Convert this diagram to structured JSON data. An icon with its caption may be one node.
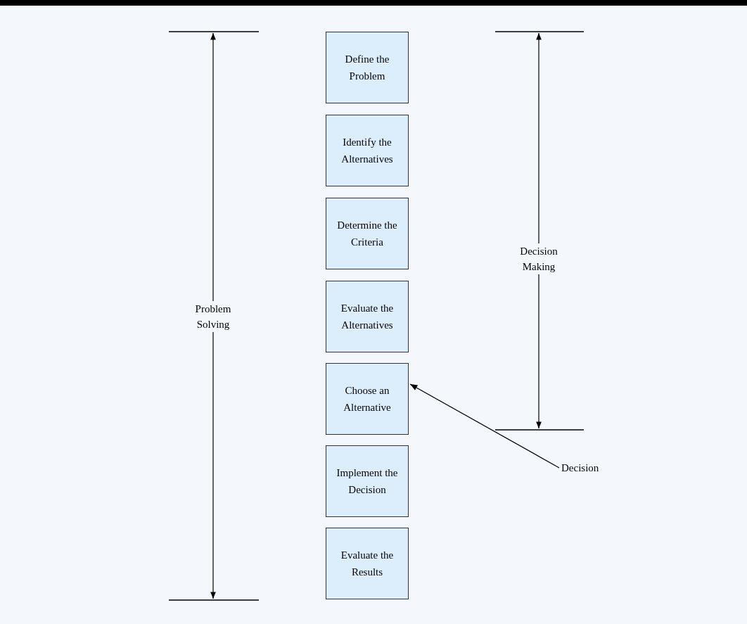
{
  "diagram": {
    "nodes": [
      {
        "text": [
          "Define the Problem"
        ]
      },
      {
        "text": [
          "Identify the Alternatives"
        ]
      },
      {
        "text": [
          "Determine the Criteria"
        ]
      },
      {
        "text": [
          "Evaluate the Alternatives"
        ]
      },
      {
        "text": [
          "Choose an Alternative"
        ]
      },
      {
        "text": [
          "Implement the Decision"
        ]
      },
      {
        "text": [
          "Evaluate the Results"
        ]
      },
      {
        "text": [
          "Decision"
        ]
      }
    ],
    "edges": [
      {
        "from": 7,
        "to": 4,
        "arrow": "to"
      }
    ],
    "labels": [
      "Problem Solving",
      "Decision Making"
    ]
  }
}
